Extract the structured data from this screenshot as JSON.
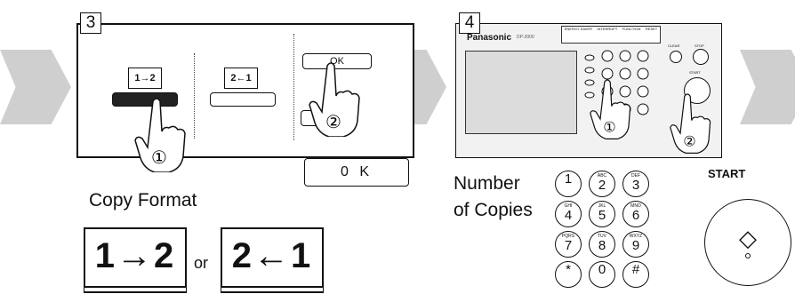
{
  "step3": {
    "number": "3",
    "ok_button": "OK",
    "ok_large_button": "0 K",
    "copy_format_label": "Copy Format",
    "format_option_1": "1→2",
    "format_option_2": "2←1",
    "or_label": "or",
    "callout_1": "①",
    "callout_2": "②"
  },
  "step4": {
    "number": "4",
    "brand": "Panasonic",
    "model": "DP-2000",
    "top_buttons": [
      "ENERGY SAVER",
      "INTERRUPT",
      "FUNCTION",
      "RESET"
    ],
    "clear_label": "CLEAR",
    "stop_label": "STOP",
    "start_small_label": "START",
    "number_of_copies_label": "Number\nof Copies",
    "keypad": [
      {
        "sub": "",
        "main": "1"
      },
      {
        "sub": "ABC",
        "main": "2"
      },
      {
        "sub": "DEF",
        "main": "3"
      },
      {
        "sub": "GHI",
        "main": "4"
      },
      {
        "sub": "JKL",
        "main": "5"
      },
      {
        "sub": "MNO",
        "main": "6"
      },
      {
        "sub": "PQRS",
        "main": "7"
      },
      {
        "sub": "TUV",
        "main": "8"
      },
      {
        "sub": "WXYZ",
        "main": "9"
      },
      {
        "sub": "",
        "main": "*"
      },
      {
        "sub": "",
        "main": "0"
      },
      {
        "sub": "",
        "main": "#"
      }
    ],
    "start_label": "START",
    "start_symbol": "◇",
    "callout_1": "①",
    "callout_2": "②"
  }
}
